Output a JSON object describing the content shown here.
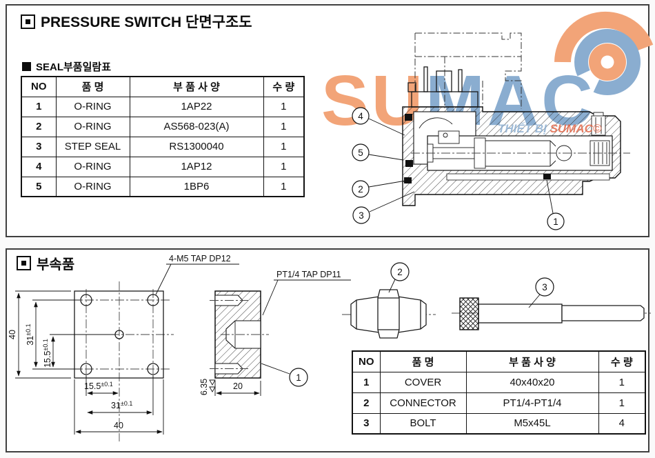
{
  "colors": {
    "orange": "#f2a478",
    "blue": "#8aadd0",
    "tag_red": "#e2603f",
    "line": "#1a1a1a"
  },
  "top_panel": {
    "title": "PRESSURE SWITCH 단면구조도",
    "seal_heading": "SEAL부품일람표",
    "seal_table": {
      "headers": [
        "NO",
        "품 명",
        "부 품 사 양",
        "수 량"
      ],
      "rows": [
        [
          "1",
          "O-RING",
          "1AP22",
          "1"
        ],
        [
          "2",
          "O-RING",
          "AS568-023(A)",
          "1"
        ],
        [
          "3",
          "STEP SEAL",
          "RS1300040",
          "1"
        ],
        [
          "4",
          "O-RING",
          "1AP12",
          "1"
        ],
        [
          "5",
          "O-RING",
          "1BP6",
          "1"
        ]
      ]
    },
    "watermark": {
      "part1": "SU",
      "part2": "MAC",
      "tagline_left": "THIẾT BỊ ",
      "tagline_right": "SUMAC©"
    },
    "callouts": {
      "c1": "1",
      "c2": "2",
      "c3": "3",
      "c4": "4",
      "c5": "5"
    }
  },
  "bottom_panel": {
    "title": "부속품",
    "labels": {
      "tap_label": "4-M5 TAP DP12",
      "pt_label": "PT1/4 TAP DP11"
    },
    "dims": {
      "outer_v": "40",
      "pitch_v": "31",
      "half_v": "15.5",
      "tol": "±0.1",
      "half_h": "15.5",
      "pitch_h": "31",
      "outer_h": "40",
      "depth": "20",
      "finish": "6.35"
    },
    "acc_table": {
      "headers": [
        "NO",
        "품 명",
        "부 품 사 양",
        "수 량"
      ],
      "rows": [
        [
          "1",
          "COVER",
          "40x40x20",
          "1"
        ],
        [
          "2",
          "CONNECTOR",
          "PT1/4-PT1/4",
          "1"
        ],
        [
          "3",
          "BOLT",
          "M5x45L",
          "4"
        ]
      ]
    },
    "callouts": {
      "c1": "1",
      "c2": "2",
      "c3": "3"
    }
  }
}
